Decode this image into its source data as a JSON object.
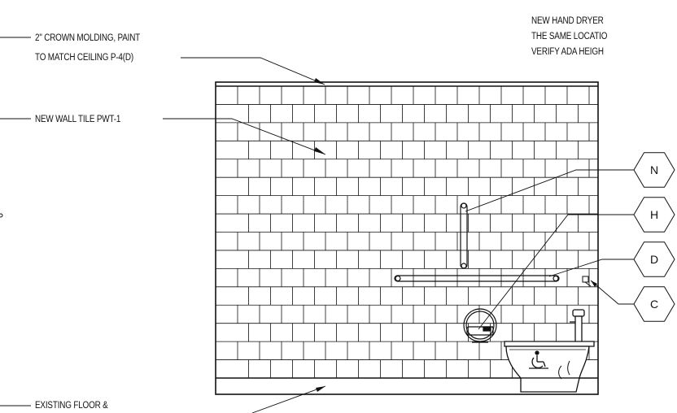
{
  "notes": {
    "crown_molding_line1": "2\" CROWN MOLDING, PAINT",
    "crown_molding_line2": "TO MATCH CEILING P-4(D)",
    "wall_tile": "NEW WALL TILE PWT-1",
    "floor": "EXISTING FLOOR &",
    "hand_dryer_line1": "NEW HAND DRYER",
    "hand_dryer_line2": "THE SAME LOCATIO",
    "hand_dryer_line3": "VERIFY ADA HEIGH"
  },
  "tags": [
    "N",
    "H",
    "D",
    "C"
  ],
  "symbols": {
    "accessibility": "wheelchair-icon"
  },
  "colors": {
    "line": "#111111",
    "background": "#ffffff"
  }
}
